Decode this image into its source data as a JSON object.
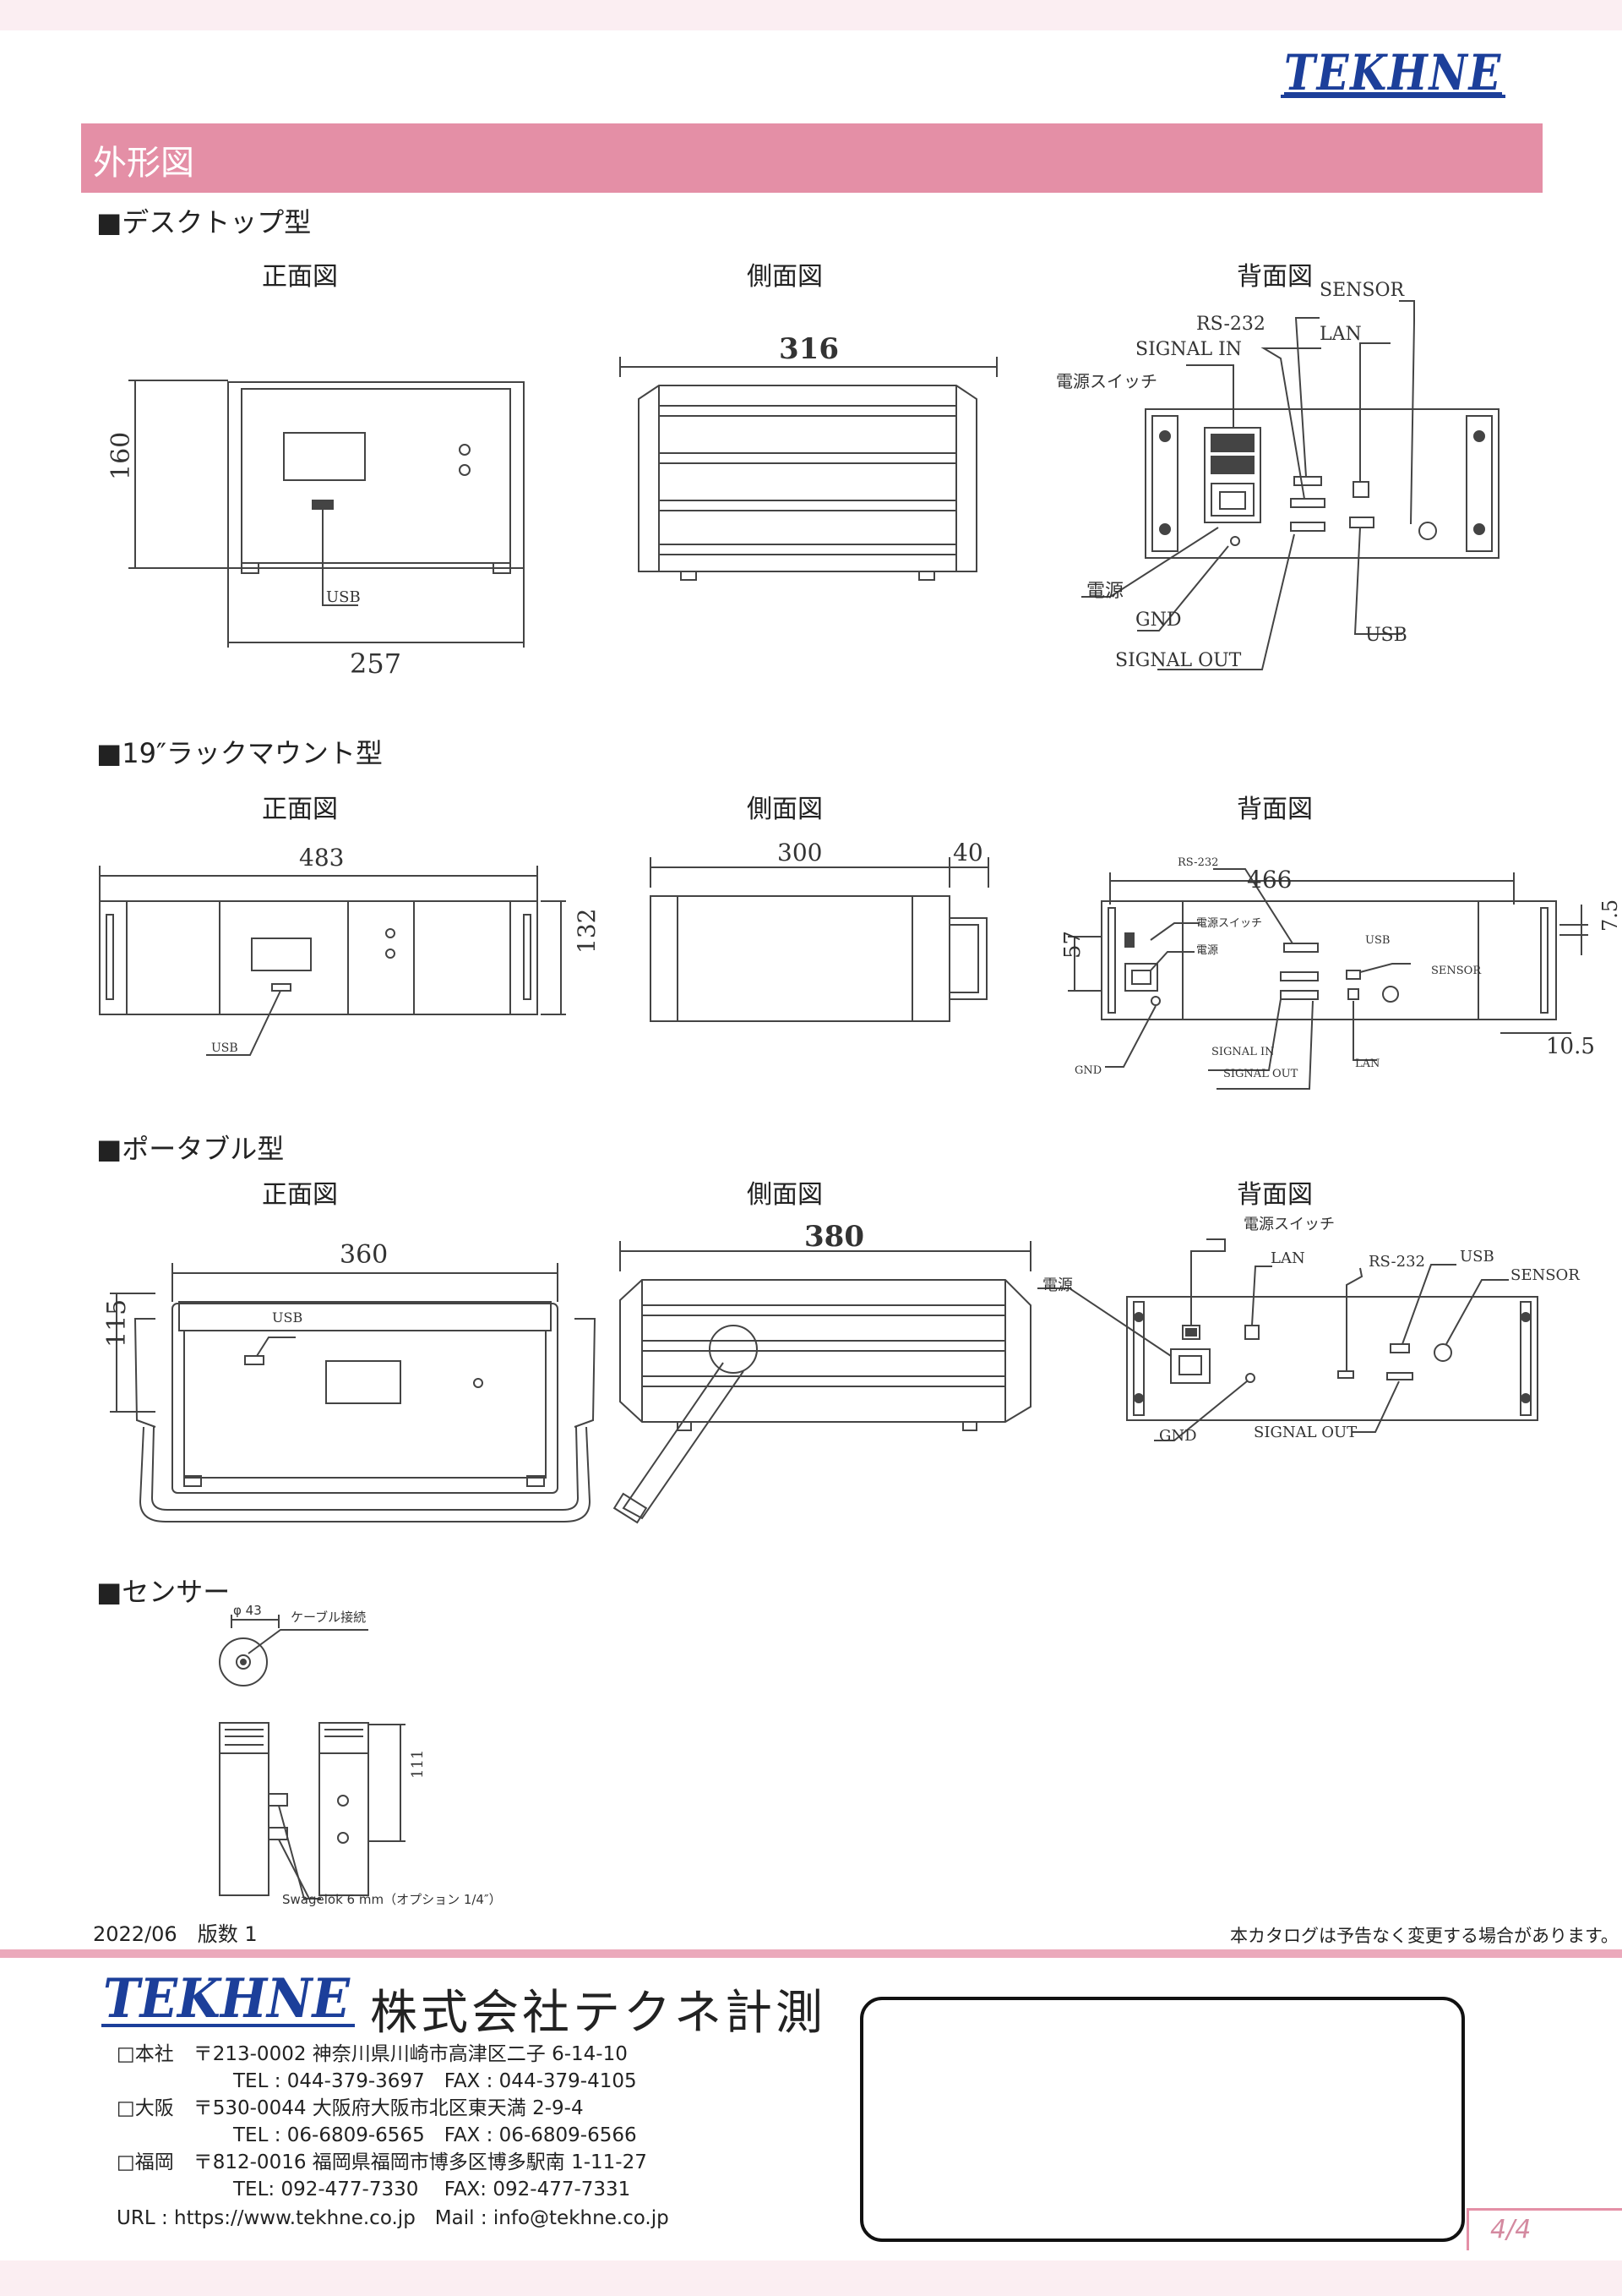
{
  "header": {
    "logo_text": "TEKHNE",
    "section_title": "外形図"
  },
  "desktop": {
    "heading": "■デスクトップ型",
    "front": {
      "label": "正面図",
      "height": "160",
      "width": "257",
      "usb": "USB"
    },
    "side": {
      "label": "側面図",
      "depth": "316"
    },
    "back": {
      "label": "背面図",
      "callouts": {
        "sensor": "SENSOR",
        "rs232": "RS-232",
        "lan": "LAN",
        "signal_in": "SIGNAL IN",
        "power_switch": "電源スイッチ",
        "power": "電源",
        "gnd": "GND",
        "usb": "USB",
        "signal_out": "SIGNAL OUT"
      }
    }
  },
  "rack": {
    "heading": "■19″ラックマウント型",
    "front": {
      "label": "正面図",
      "width": "483",
      "height": "132",
      "usb": "USB"
    },
    "side": {
      "label": "側面図",
      "depth": "300",
      "handle": "40"
    },
    "back": {
      "label": "背面図",
      "width": "466",
      "left_height": "57",
      "right_height": "7.5",
      "offset": "10.5",
      "callouts": {
        "rs232": "RS-232",
        "power_switch": "電源スイッチ",
        "power": "電源",
        "usb": "USB",
        "sensor": "SENSOR",
        "gnd": "GND",
        "signal_in": "SIGNAL IN",
        "signal_out": "SIGNAL OUT",
        "lan": "LAN"
      }
    }
  },
  "portable": {
    "heading": "■ポータブル型",
    "front": {
      "label": "正面図",
      "width": "360",
      "height": "115",
      "usb": "USB"
    },
    "side": {
      "label": "側面図",
      "depth": "380"
    },
    "back": {
      "label": "背面図",
      "callouts": {
        "power_switch": "電源スイッチ",
        "lan": "LAN",
        "rs232": "RS-232",
        "usb": "USB",
        "sensor": "SENSOR",
        "power": "電源",
        "gnd": "GND",
        "signal_out": "SIGNAL OUT"
      }
    }
  },
  "sensor": {
    "heading": "■センサー",
    "diameter": "φ 43",
    "cable": "ケーブル接続",
    "height": "111",
    "fitting": "Swagelok 6 mm（オプション 1/4″）"
  },
  "footer": {
    "date": "2022/06　版数 1",
    "note": "本カタログは予告なく変更する場合があります。",
    "logo_text": "TEKHNE",
    "company": "株式会社テクネ計測",
    "offices": [
      {
        "line1": "□本社　〒213-0002 神奈川県川崎市高津区二子 6-14-10",
        "line2": "TEL : 044-379-3697　FAX : 044-379-4105"
      },
      {
        "line1": "□大阪　〒530-0044 大阪府大阪市北区東天満 2-9-4",
        "line2": "TEL : 06-6809-6565　FAX : 06-6809-6566"
      },
      {
        "line1": "□福岡　〒812-0016 福岡県福岡市博多区博多駅南 1-11-27",
        "line2": "TEL: 092-477-7330　 FAX: 092-477-7331"
      }
    ],
    "contact": "URL : https://www.tekhne.co.jp　Mail : info@tekhne.co.jp",
    "page": "4/4"
  }
}
